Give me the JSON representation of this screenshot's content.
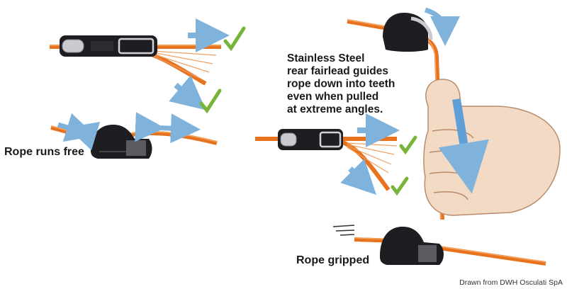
{
  "annotations": {
    "steel_lines": [
      "Stainless Steel",
      "rear fairlead guides",
      "rope down into teeth",
      "even when pulled",
      "at extreme angles."
    ],
    "runs_free": "Rope runs free",
    "gripped": "Rope gripped"
  },
  "credit": "Drawn from DWH Osculati SpA",
  "colors": {
    "rope": "#e8731f",
    "rope_highlight": "#f6a35c",
    "cleat": "#1e1e22",
    "arrow": "#7fb3dc",
    "check": "#79b43a",
    "skin": "#f2dac4"
  }
}
